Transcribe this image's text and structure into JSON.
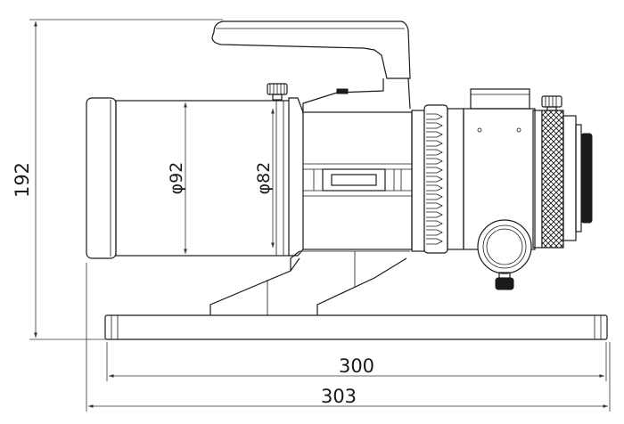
{
  "dimensions": {
    "height": "192",
    "base_length": "300",
    "total_length": "303",
    "outer_diameter": "φ92",
    "inner_diameter": "φ82"
  },
  "colors": {
    "line": "#1a1a1a",
    "background": "#ffffff"
  }
}
